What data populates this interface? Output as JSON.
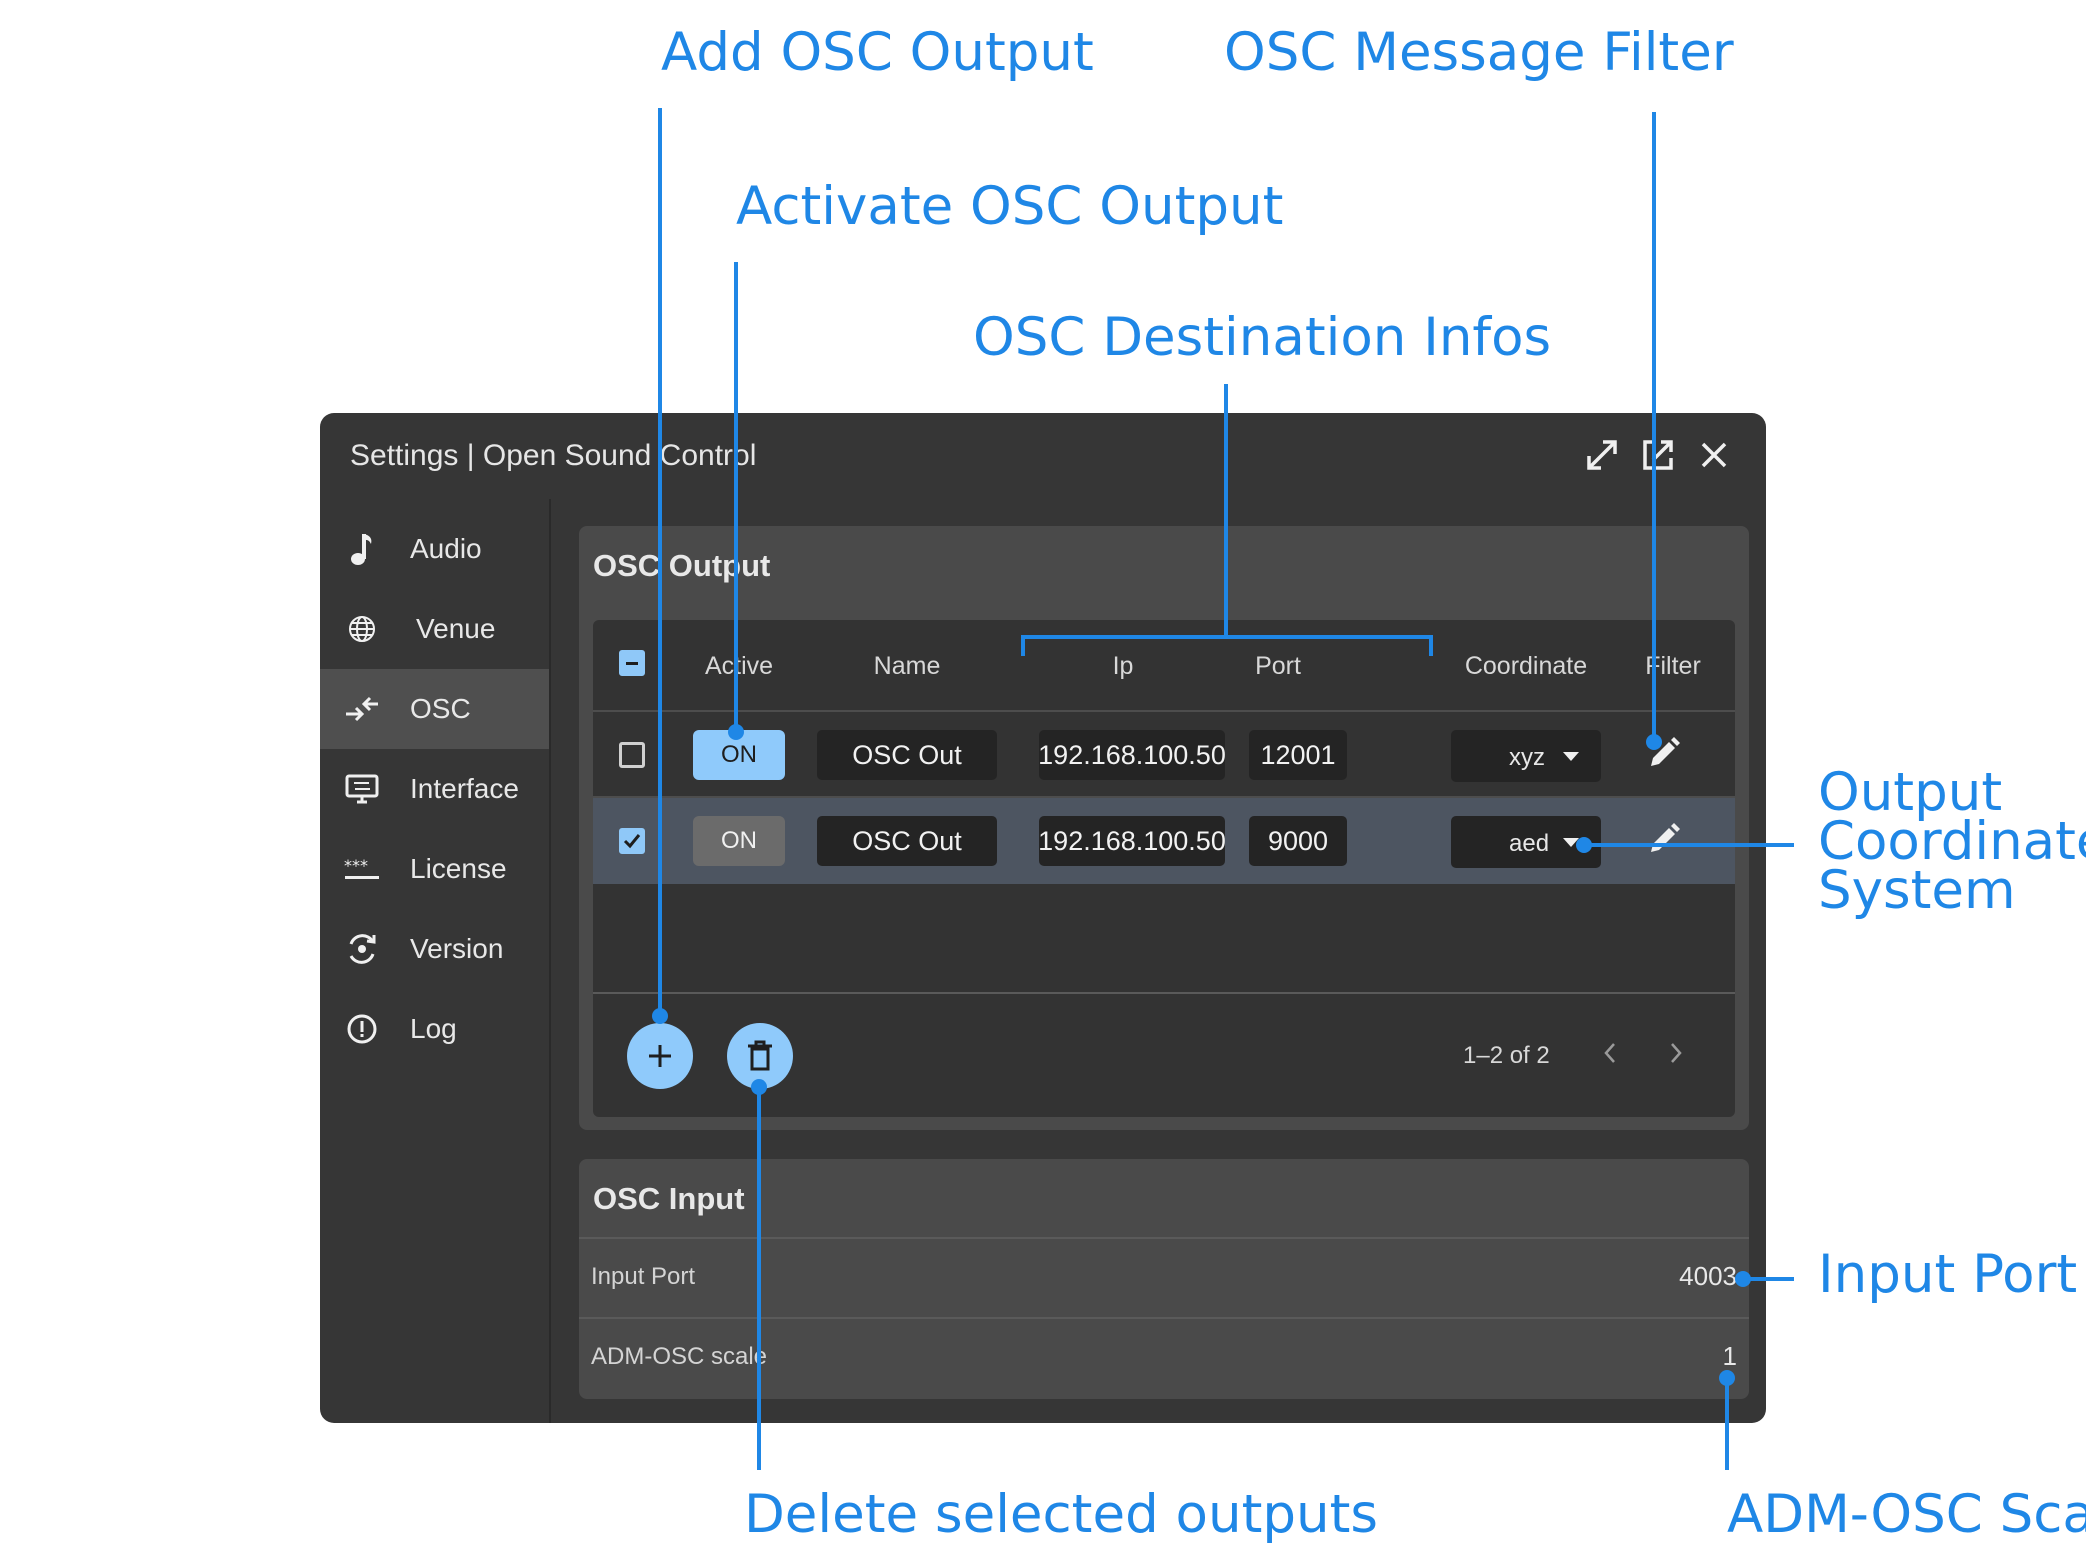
{
  "annotations": {
    "add_output": "Add OSC Output",
    "message_filter": "OSC Message Filter",
    "activate_output": "Activate OSC Output",
    "destination_infos": "OSC Destination Infos",
    "coordinate_system": "Output Coordinate System",
    "input_port": "Input Port",
    "delete_selected": "Delete selected outputs",
    "adm_osc_scale": "ADM-OSC Scale"
  },
  "window": {
    "title": "Settings | Open Sound Control",
    "icons": [
      "expand-icon",
      "open-external-icon",
      "close-icon"
    ]
  },
  "sidebar": {
    "items": [
      {
        "label": "Audio",
        "icon": "music-note-icon"
      },
      {
        "label": "Venue",
        "icon": "globe-icon"
      },
      {
        "label": "OSC",
        "icon": "arrows-swap-icon",
        "active": true
      },
      {
        "label": "Interface",
        "icon": "monitor-icon"
      },
      {
        "label": "License",
        "icon": "password-dots-icon"
      },
      {
        "label": "Version",
        "icon": "refresh-eye-icon"
      },
      {
        "label": "Log",
        "icon": "alert-circle-icon"
      }
    ]
  },
  "osc_output": {
    "title": "OSC Output",
    "columns": {
      "active": "Active",
      "name": "Name",
      "ip": "Ip",
      "port": "Port",
      "coordinate": "Coordinate",
      "filter": "Filter"
    },
    "rows": [
      {
        "selected": false,
        "active_label": "ON",
        "active": true,
        "name": "OSC Out",
        "ip": "192.168.100.50",
        "port": "12001",
        "coordinate": "xyz"
      },
      {
        "selected": true,
        "active_label": "ON",
        "active": false,
        "name": "OSC Out",
        "ip": "192.168.100.50",
        "port": "9000",
        "coordinate": "aed"
      }
    ],
    "pagination": "1–2 of 2"
  },
  "osc_input": {
    "title": "OSC Input",
    "input_port_label": "Input Port",
    "input_port_value": "4003",
    "scale_label": "ADM-OSC scale",
    "scale_value": "1"
  },
  "colors": {
    "accent": "#1f87e6",
    "button_blue": "#8fcafb",
    "window_bg": "#363636",
    "panel_bg": "#4a4a4a"
  }
}
